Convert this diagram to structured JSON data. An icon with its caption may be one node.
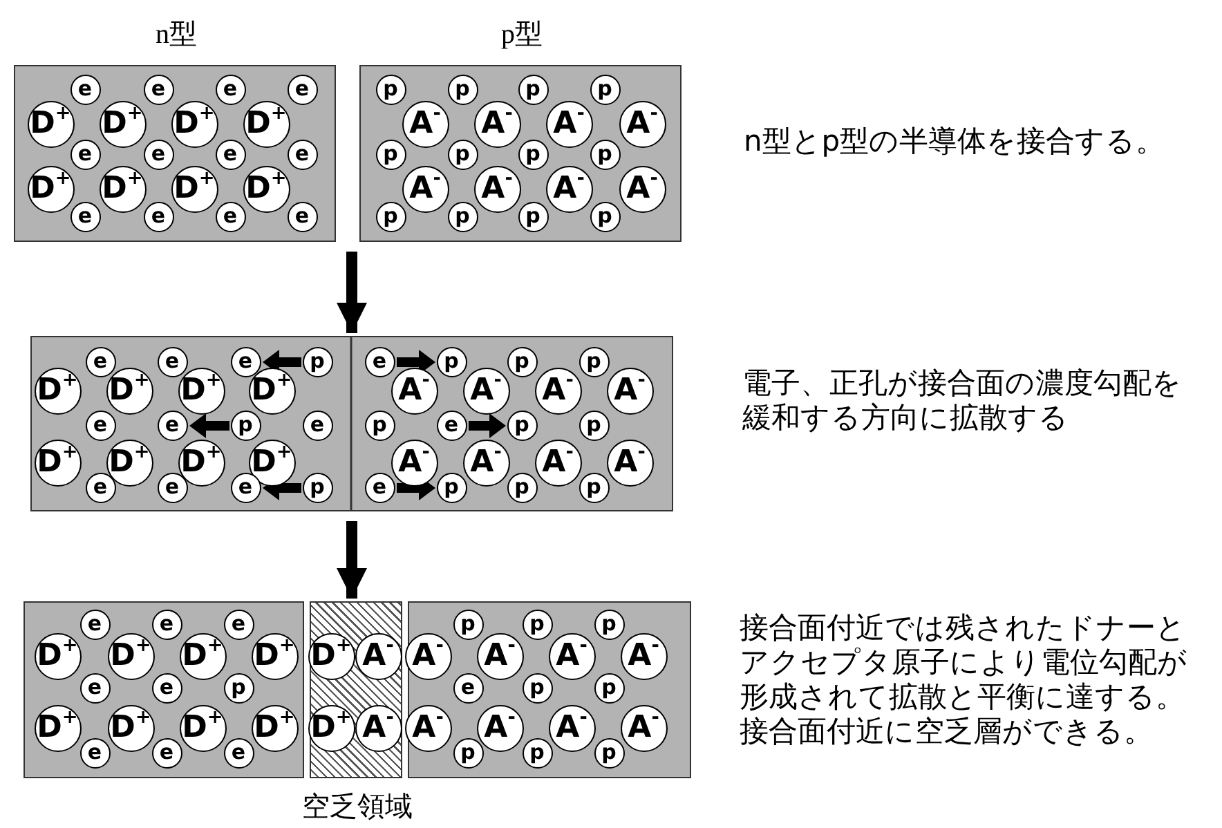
{
  "diagram": {
    "nodes": [
      {
        "text": [
          "n型"
        ]
      },
      {
        "text": [
          "e"
        ],
        "in": 0
      },
      {
        "text": [
          "e"
        ],
        "in": 0
      },
      {
        "text": [
          "e"
        ],
        "in": 0
      },
      {
        "text": [
          "e"
        ],
        "in": 0
      },
      {
        "text": [
          "D$^{+}$"
        ],
        "in": 0
      },
      {
        "text": [
          "D$^{+}$"
        ],
        "in": 0
      },
      {
        "text": [
          "D$^{+}$"
        ],
        "in": 0
      },
      {
        "text": [
          "D$^{+}$"
        ],
        "in": 0
      },
      {
        "text": [
          "e"
        ],
        "in": 0
      },
      {
        "text": [
          "e"
        ],
        "in": 0
      },
      {
        "text": [
          "e"
        ],
        "in": 0
      },
      {
        "text": [
          "e"
        ],
        "in": 0
      },
      {
        "text": [
          "D$^{+}$"
        ],
        "in": 0
      },
      {
        "text": [
          "D$^{+}$"
        ],
        "in": 0
      },
      {
        "text": [
          "D$^{+}$"
        ],
        "in": 0
      },
      {
        "text": [
          "D$^{+}$"
        ],
        "in": 0
      },
      {
        "text": [
          "e"
        ],
        "in": 0
      },
      {
        "text": [
          "e"
        ],
        "in": 0
      },
      {
        "text": [
          "e"
        ],
        "in": 0
      },
      {
        "text": [
          "e"
        ],
        "in": 0
      },
      {
        "text": [
          "p型"
        ]
      },
      {
        "text": [
          "p"
        ],
        "in": 21
      },
      {
        "text": [
          "p"
        ],
        "in": 21
      },
      {
        "text": [
          "p"
        ],
        "in": 21
      },
      {
        "text": [
          "p"
        ],
        "in": 21
      },
      {
        "text": [
          "A$^{-}$"
        ],
        "in": 21
      },
      {
        "text": [
          "A$^{-}$"
        ],
        "in": 21
      },
      {
        "text": [
          "A$^{-}$"
        ],
        "in": 21
      },
      {
        "text": [
          "A$^{-}$"
        ],
        "in": 21
      },
      {
        "text": [
          "p"
        ],
        "in": 21
      },
      {
        "text": [
          "p"
        ],
        "in": 21
      },
      {
        "text": [
          "p"
        ],
        "in": 21
      },
      {
        "text": [
          "p"
        ],
        "in": 21
      },
      {
        "text": [
          "A$^{-}$"
        ],
        "in": 21
      },
      {
        "text": [
          "A$^{-}$"
        ],
        "in": 21
      },
      {
        "text": [
          "A$^{-}$"
        ],
        "in": 21
      },
      {
        "text": [
          "A$^{-}$"
        ],
        "in": 21
      },
      {
        "text": [
          "p"
        ],
        "in": 21
      },
      {
        "text": [
          "p"
        ],
        "in": 21
      },
      {
        "text": [
          "p"
        ],
        "in": 21
      },
      {
        "text": [
          "p"
        ],
        "in": 21
      },
      {
        "text": [],
        "shape": "box"
      },
      {
        "text": [
          "e"
        ],
        "in": 42
      },
      {
        "text": [
          "e"
        ],
        "in": 42
      },
      {
        "text": [
          "e"
        ],
        "in": 42
      },
      {
        "text": [
          "p"
        ],
        "in": 42
      },
      {
        "text": [
          "D$^{+}$"
        ],
        "in": 42
      },
      {
        "text": [
          "D$^{+}$"
        ],
        "in": 42
      },
      {
        "text": [
          "D$^{+}$"
        ],
        "in": 42
      },
      {
        "text": [
          "D$^{+}$"
        ],
        "in": 42
      },
      {
        "text": [
          "e"
        ],
        "in": 42
      },
      {
        "text": [
          "e"
        ],
        "in": 42
      },
      {
        "text": [
          "p"
        ],
        "in": 42
      },
      {
        "text": [
          "e"
        ],
        "in": 42
      },
      {
        "text": [
          "D$^{+}$"
        ],
        "in": 42
      },
      {
        "text": [
          "D$^{+}$"
        ],
        "in": 42
      },
      {
        "text": [
          "D$^{+}$"
        ],
        "in": 42
      },
      {
        "text": [
          "D$^{+}$"
        ],
        "in": 42
      },
      {
        "text": [
          "e"
        ],
        "in": 42
      },
      {
        "text": [
          "e"
        ],
        "in": 42
      },
      {
        "text": [
          "e"
        ],
        "in": 42
      },
      {
        "text": [
          "p"
        ],
        "in": 42
      },
      {
        "text": [
          "e"
        ],
        "in": 42
      },
      {
        "text": [
          "p"
        ],
        "in": 42
      },
      {
        "text": [
          "p"
        ],
        "in": 42
      },
      {
        "text": [
          "p"
        ],
        "in": 42
      },
      {
        "text": [
          "A$^{-}$"
        ],
        "in": 42
      },
      {
        "text": [
          "A$^{-}$"
        ],
        "in": 42
      },
      {
        "text": [
          "A$^{-}$"
        ],
        "in": 42
      },
      {
        "text": [
          "A$^{-}$"
        ],
        "in": 42
      },
      {
        "text": [
          "p"
        ],
        "in": 42
      },
      {
        "text": [
          "e"
        ],
        "in": 42
      },
      {
        "text": [
          "p"
        ],
        "in": 42
      },
      {
        "text": [
          "p"
        ],
        "in": 42
      },
      {
        "text": [
          "A$^{-}$"
        ],
        "in": 42
      },
      {
        "text": [
          "A$^{-}$"
        ],
        "in": 42
      },
      {
        "text": [
          "A$^{-}$"
        ],
        "in": 42
      },
      {
        "text": [
          "A$^{-}$"
        ],
        "in": 42
      },
      {
        "text": [
          "e"
        ],
        "in": 42
      },
      {
        "text": [
          "p"
        ],
        "in": 42
      },
      {
        "text": [
          "p"
        ],
        "in": 42
      },
      {
        "text": [
          "p"
        ],
        "in": 42
      },
      {
        "text": [],
        "shape": "box"
      },
      {
        "text": [
          "e"
        ],
        "in": 83
      },
      {
        "text": [
          "e"
        ],
        "in": 83
      },
      {
        "text": [
          "e"
        ],
        "in": 83
      },
      {
        "text": [
          "D$^{+}$"
        ],
        "in": 83
      },
      {
        "text": [
          "D$^{+}$"
        ],
        "in": 83
      },
      {
        "text": [
          "D$^{+}$"
        ],
        "in": 83
      },
      {
        "text": [
          "D$^{+}$"
        ],
        "in": 83
      },
      {
        "text": [
          "e"
        ],
        "in": 83
      },
      {
        "text": [
          "e"
        ],
        "in": 83
      },
      {
        "text": [
          "p"
        ],
        "in": 83
      },
      {
        "text": [
          "D$^{+}$"
        ],
        "in": 83
      },
      {
        "text": [
          "D$^{+}$"
        ],
        "in": 83
      },
      {
        "text": [
          "D$^{+}$"
        ],
        "in": 83
      },
      {
        "text": [
          "D$^{+}$"
        ],
        "in": 83
      },
      {
        "text": [
          "e"
        ],
        "in": 83
      },
      {
        "text": [
          "e"
        ],
        "in": 83
      },
      {
        "text": [
          "e"
        ],
        "in": 83
      },
      {
        "text": [],
        "shape": "box",
        "beside": [
          "空乏領域"
        ]
      },
      {
        "text": [
          "D$^{+}$"
        ],
        "in": 101
      },
      {
        "text": [
          "A$^{-}$"
        ],
        "in": 101
      },
      {
        "text": [
          "D$^{+}$"
        ],
        "in": 101
      },
      {
        "text": [
          "A$^{-}$"
        ],
        "in": 101
      },
      {
        "text": [],
        "shape": "box"
      },
      {
        "text": [
          "p"
        ],
        "in": 106
      },
      {
        "text": [
          "p"
        ],
        "in": 106
      },
      {
        "text": [
          "p"
        ],
        "in": 106
      },
      {
        "text": [
          "A$^{-}$"
        ],
        "in": 106
      },
      {
        "text": [
          "A$^{-}$"
        ],
        "in": 106
      },
      {
        "text": [
          "A$^{-}$"
        ],
        "in": 106
      },
      {
        "text": [
          "A$^{-}$"
        ],
        "in": 106
      },
      {
        "text": [
          "e"
        ],
        "in": 106
      },
      {
        "text": [
          "p"
        ],
        "in": 106
      },
      {
        "text": [
          "p"
        ],
        "in": 106
      },
      {
        "text": [
          "A$^{-}$"
        ],
        "in": 106
      },
      {
        "text": [
          "A$^{-}$"
        ],
        "in": 106
      },
      {
        "text": [
          "A$^{-}$"
        ],
        "in": 106
      },
      {
        "text": [
          "A$^{-}$"
        ],
        "in": 106
      },
      {
        "text": [
          "p"
        ],
        "in": 106
      },
      {
        "text": [
          "p"
        ],
        "in": 106
      },
      {
        "text": [
          "p"
        ],
        "in": 106
      }
    ],
    "edges": [
      {
        "from": 0,
        "to": 42,
        "arrow": "to"
      },
      {
        "from": 21,
        "to": 42,
        "arrow": "to"
      },
      {
        "from": 42,
        "to": 101,
        "arrow": "to"
      },
      {
        "from": 46,
        "to": 45,
        "arrow": "to"
      },
      {
        "from": 53,
        "to": 52,
        "arrow": "to"
      },
      {
        "from": 62,
        "to": 61,
        "arrow": "to"
      },
      {
        "from": 63,
        "to": 64,
        "arrow": "to"
      },
      {
        "from": 72,
        "to": 73,
        "arrow": "to"
      },
      {
        "from": 79,
        "to": 80,
        "arrow": "to"
      }
    ],
    "labels": [
      "n型とp型の半導体を接合する。",
      "電子、正孔が接合面の濃度勾配を緩和する方向に拡散する",
      "接合面付近では残されたドナーとアクセプタ原子により電位勾配が形成されて拡散と平衡に達する。接合面付近に空乏層ができる。"
    ]
  }
}
